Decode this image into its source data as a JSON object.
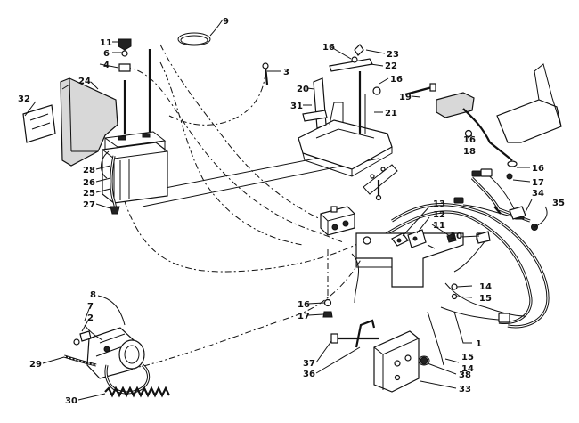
{
  "diagram": {
    "callouts": [
      {
        "id": "c11a",
        "label": "11"
      },
      {
        "id": "c6",
        "label": "6"
      },
      {
        "id": "c4",
        "label": "4"
      },
      {
        "id": "c9",
        "label": "9"
      },
      {
        "id": "c3",
        "label": "3"
      },
      {
        "id": "c32",
        "label": "32"
      },
      {
        "id": "c24",
        "label": "24"
      },
      {
        "id": "c28",
        "label": "28"
      },
      {
        "id": "c26",
        "label": "26"
      },
      {
        "id": "c25",
        "label": "25"
      },
      {
        "id": "c27",
        "label": "27"
      },
      {
        "id": "c16a",
        "label": "16"
      },
      {
        "id": "c23",
        "label": "23"
      },
      {
        "id": "c22",
        "label": "22"
      },
      {
        "id": "c16b",
        "label": "16"
      },
      {
        "id": "c20",
        "label": "20"
      },
      {
        "id": "c19",
        "label": "19"
      },
      {
        "id": "c31",
        "label": "31"
      },
      {
        "id": "c21",
        "label": "21"
      },
      {
        "id": "c16c",
        "label": "16"
      },
      {
        "id": "c18",
        "label": "18"
      },
      {
        "id": "c16d",
        "label": "16"
      },
      {
        "id": "c17a",
        "label": "17"
      },
      {
        "id": "c34",
        "label": "34"
      },
      {
        "id": "c35",
        "label": "35"
      },
      {
        "id": "c13",
        "label": "13"
      },
      {
        "id": "c12",
        "label": "12"
      },
      {
        "id": "c11b",
        "label": "11"
      },
      {
        "id": "c10",
        "label": "10"
      },
      {
        "id": "c14a",
        "label": "14"
      },
      {
        "id": "c15a",
        "label": "15"
      },
      {
        "id": "c16e",
        "label": "16"
      },
      {
        "id": "c17b",
        "label": "17"
      },
      {
        "id": "c8",
        "label": "8"
      },
      {
        "id": "c7",
        "label": "7"
      },
      {
        "id": "c2",
        "label": "2"
      },
      {
        "id": "c29",
        "label": "29"
      },
      {
        "id": "c30",
        "label": "30"
      },
      {
        "id": "c1",
        "label": "1"
      },
      {
        "id": "c15b",
        "label": "15"
      },
      {
        "id": "c14b",
        "label": "14"
      },
      {
        "id": "c37",
        "label": "37"
      },
      {
        "id": "c36",
        "label": "36"
      },
      {
        "id": "c38",
        "label": "38"
      },
      {
        "id": "c33",
        "label": "33"
      }
    ]
  }
}
